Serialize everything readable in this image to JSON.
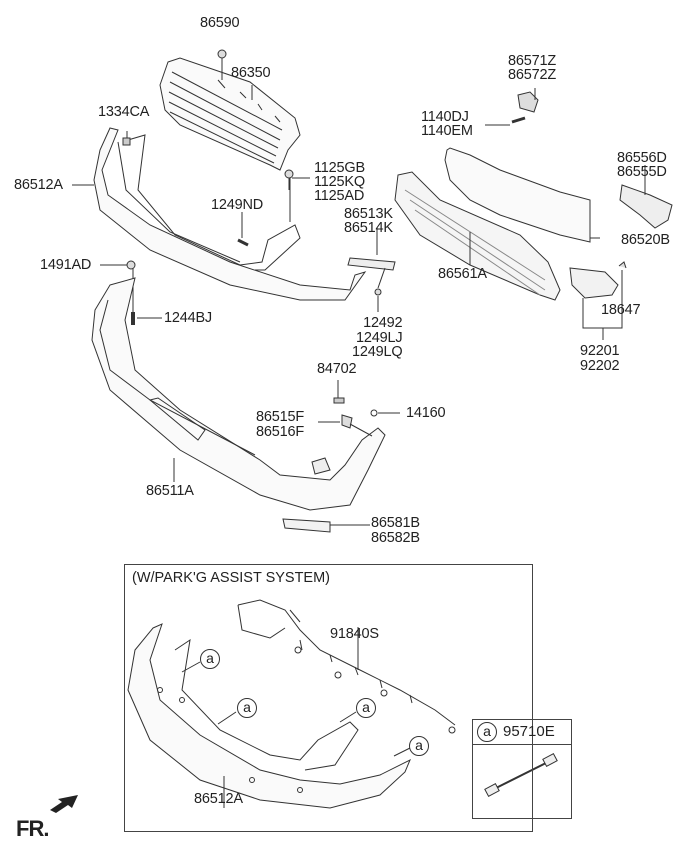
{
  "diagram": {
    "title": "Front Bumper Assembly Parts Diagram",
    "parts": {
      "p86590": "86590",
      "p86350": "86350",
      "p1334CA": "1334CA",
      "p86512A": "86512A",
      "p1125": "1125GB\n1125KQ\n1125AD",
      "p1249ND": "1249ND",
      "p86513K": "86513K\n86514K",
      "p1491AD": "1491AD",
      "p1244BJ": "1244BJ",
      "p12492": "12492\n1249LJ\n1249LQ",
      "p84702": "84702",
      "p86515F": "86515F\n86516F",
      "p14160": "14160",
      "p86511A": "86511A",
      "p86581B": "86581B\n86582B",
      "p86571Z": "86571Z\n86572Z",
      "p1140DJ": "1140DJ\n1140EM",
      "p86556D": "86556D\n86555D",
      "p86520B": "86520B",
      "p86561A": "86561A",
      "p18647": "18647",
      "p92201": "92201\n92202"
    },
    "inset": {
      "title": "(W/PARK'G ASSIST SYSTEM)",
      "harness": "91840S",
      "bumper": "86512A",
      "callout_letter": "a",
      "legend_code": "95710E"
    },
    "direction_marker": "FR."
  }
}
